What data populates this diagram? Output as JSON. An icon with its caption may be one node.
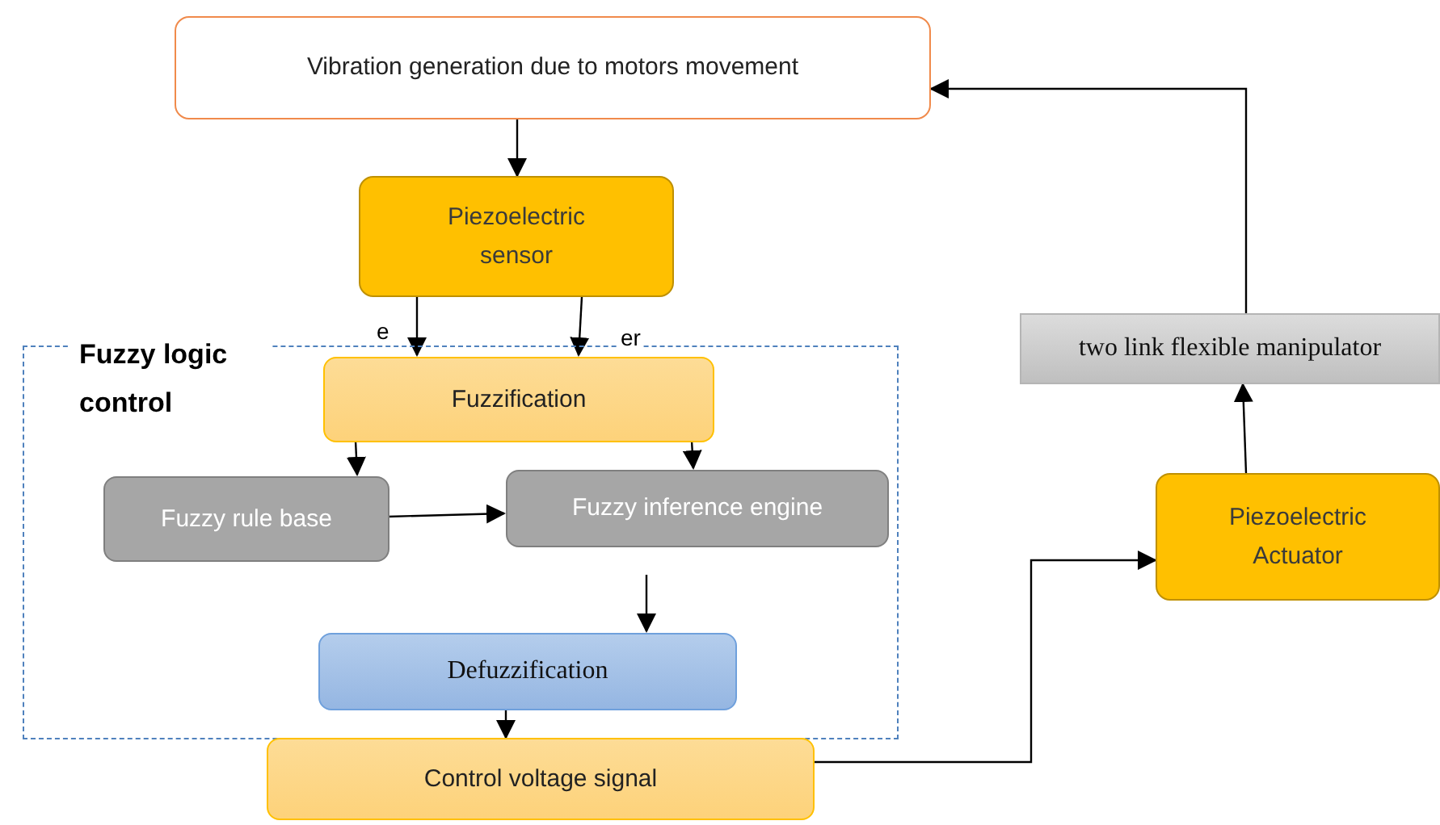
{
  "diagram": {
    "nodes": [
      {
        "text": [
          "Vibration generation due to motors movement"
        ]
      },
      {
        "text": [
          "Piezoelectric sensor"
        ]
      },
      {
        "text": [
          "Fuzzy logic control"
        ]
      },
      {
        "text": [
          "Fuzzification"
        ],
        "in": 2
      },
      {
        "text": [
          "Fuzzy rule base"
        ],
        "in": 2
      },
      {
        "text": [
          "Fuzzy inference engine"
        ],
        "in": 2
      },
      {
        "text": [
          "Defuzzification"
        ],
        "in": 2
      },
      {
        "text": [
          "Control voltage signal"
        ]
      },
      {
        "text": [
          "Piezoelectric Actuator"
        ]
      },
      {
        "text": [
          "two link flexible manipulator"
        ]
      }
    ],
    "edges": [
      {
        "from": 0,
        "to": 1,
        "arrow": "to"
      },
      {
        "from": 1,
        "to": 3,
        "arrow": "to",
        "label": "e"
      },
      {
        "from": 1,
        "to": 3,
        "arrow": "to",
        "label": "er"
      },
      {
        "from": 3,
        "to": 5,
        "arrow": "to"
      },
      {
        "from": 3,
        "to": 4,
        "arrow": "to"
      },
      {
        "from": 4,
        "to": 5,
        "arrow": "to"
      },
      {
        "from": 5,
        "to": 6,
        "arrow": "to"
      },
      {
        "from": 6,
        "to": 7,
        "arrow": "to"
      },
      {
        "from": 7,
        "to": 8,
        "arrow": "to"
      },
      {
        "from": 8,
        "to": 9,
        "arrow": "to"
      },
      {
        "from": 9,
        "to": 0,
        "arrow": "to"
      }
    ]
  }
}
